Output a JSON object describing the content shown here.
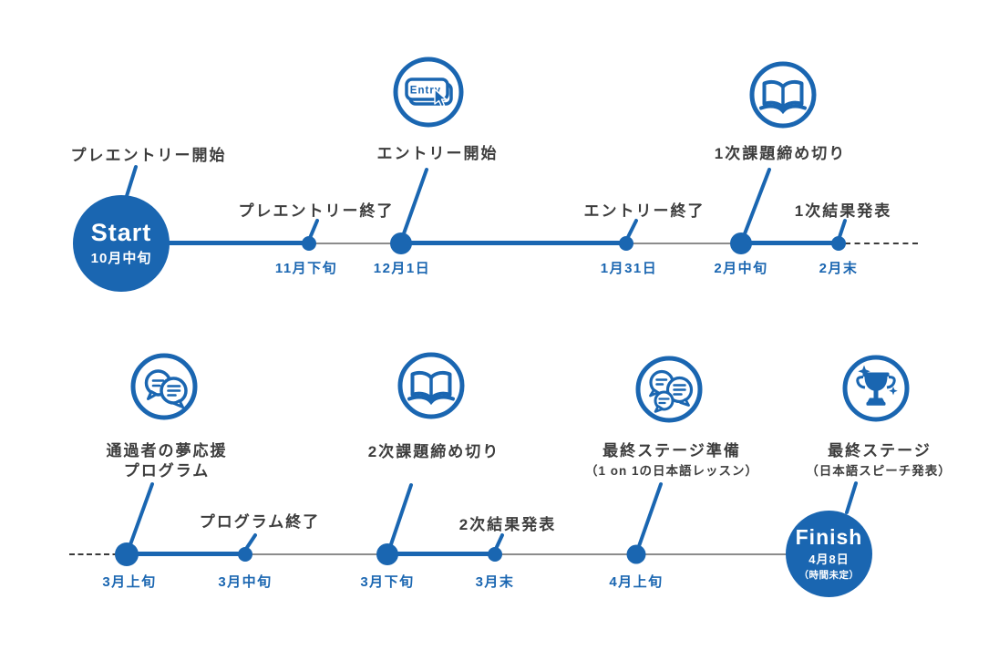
{
  "colors": {
    "primary_blue": "#1a66b1",
    "dark_text": "#3d3d3d",
    "gray_line": "#8c8c8c",
    "dash_line": "#3a3a3a",
    "background": "#ffffff"
  },
  "row1": {
    "start": {
      "title": "Start",
      "date": "10月中旬"
    },
    "events": [
      {
        "label": "プレエントリー開始"
      },
      {
        "label": "プレエントリー終了",
        "date": "11月下旬"
      },
      {
        "label": "エントリー開始",
        "date": "12月1日",
        "icon": "entry-button-icon"
      },
      {
        "label": "エントリー終了",
        "date": "1月31日"
      },
      {
        "label": "1次課題締め切り",
        "date": "2月中旬",
        "icon": "open-book-icon"
      },
      {
        "label": "1次結果発表",
        "date": "2月末"
      }
    ]
  },
  "row2": {
    "events": [
      {
        "label": "通過者の夢応援",
        "label2": "プログラム",
        "date": "3月上旬",
        "icon": "chat-bubbles-icon"
      },
      {
        "label": "プログラム終了",
        "date": "3月中旬"
      },
      {
        "label": "2次課題締め切り",
        "date": "3月下旬",
        "icon": "open-book-icon"
      },
      {
        "label": "2次結果発表",
        "date": "3月末"
      },
      {
        "label": "最終ステージ準備",
        "label2": "（1 on 1の日本語レッスン）",
        "date": "4月上旬",
        "icon": "group-chat-icon"
      },
      {
        "label": "最終ステージ",
        "label2": "（日本語スピーチ発表）",
        "icon": "trophy-icon"
      }
    ],
    "finish": {
      "title": "Finish",
      "date": "4月8日",
      "note": "（時間未定）"
    }
  },
  "icons": {
    "entry_button_text": "Entry"
  }
}
